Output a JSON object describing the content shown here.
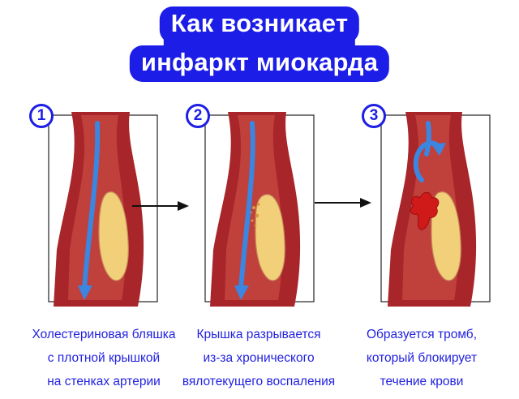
{
  "title": {
    "line1": "Как возникает",
    "line2": "инфаркт миокарда"
  },
  "steps": [
    {
      "number": "1",
      "caption": [
        "Холестериновая бляшка",
        "с плотной крышкой",
        "на стенках артерии"
      ]
    },
    {
      "number": "2",
      "caption": [
        "Крышка разрывается",
        "из-за хронического",
        "вялотекущего воспаления"
      ]
    },
    {
      "number": "3",
      "caption": [
        "Образуется тромб,",
        "который блокирует",
        "течение крови"
      ]
    }
  ],
  "colors": {
    "title_bg": "#1d1de8",
    "caption_text": "#2222e0",
    "vessel_wall": "#a8252a",
    "lumen": "#c0403c",
    "plaque": "#f1d079",
    "flow_arrow": "#3a86e0",
    "clot": "#d01a1a"
  }
}
